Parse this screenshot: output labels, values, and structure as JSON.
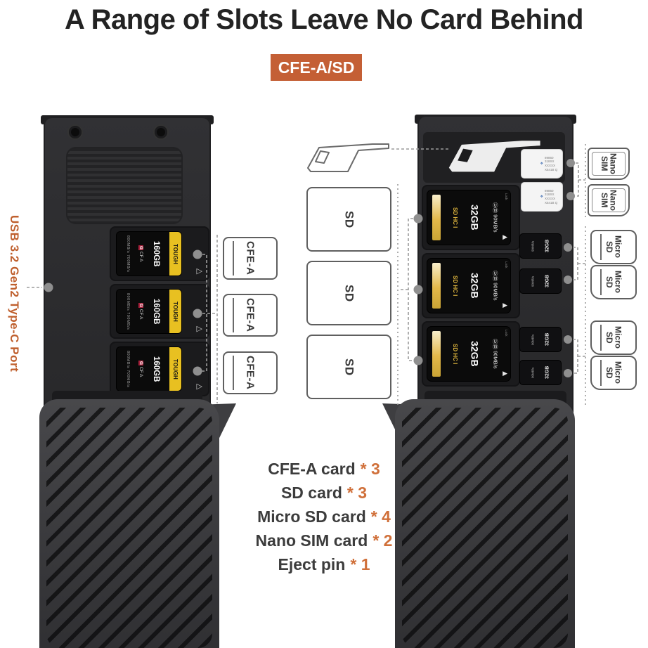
{
  "title": "A Range of Slots Leave No Card Behind",
  "badge": {
    "label": "CFE-A/SD"
  },
  "left_device": {
    "port_label": "USB 3.2 Gen2 Type-C Port"
  },
  "cfe_card": {
    "brand": "TOUGH",
    "capacity": "160GB",
    "series_mark": "G",
    "type_mark": "CF A",
    "speeds": "800MB/s 700MB/s"
  },
  "sd_card": {
    "logo_mark": "SD HC I",
    "capacity": "32GB",
    "class_marks": "Ⓤ⑩",
    "speed": "90MB/s",
    "lock_label": "Lock",
    "triangle": "▶"
  },
  "micro_sd_card": {
    "capacity": "32GB",
    "speed": "90MB/s"
  },
  "nano_sim_card": {
    "text": "89860 318XX XXXXX X541B Q"
  },
  "outlines": {
    "cfe_a": "CFE-A",
    "sd": "SD",
    "micro_line1": "Micro",
    "micro_line2": "SD",
    "sim_line1": "Nano",
    "sim_line2": "SIM"
  },
  "legend": {
    "rows": [
      {
        "label": "CFE-A card",
        "count": "* 3"
      },
      {
        "label": "SD card",
        "count": "* 3"
      },
      {
        "label": "Micro SD card",
        "count": "* 4"
      },
      {
        "label": "Nano SIM card",
        "count": "* 2"
      },
      {
        "label": "Eject pin",
        "count": "* 1"
      }
    ]
  },
  "colors": {
    "accent_orange": "#c45f35",
    "legend_orange": "#d0703a",
    "card_yellow": "#e8c021",
    "device_black": "#2b2b2d"
  }
}
